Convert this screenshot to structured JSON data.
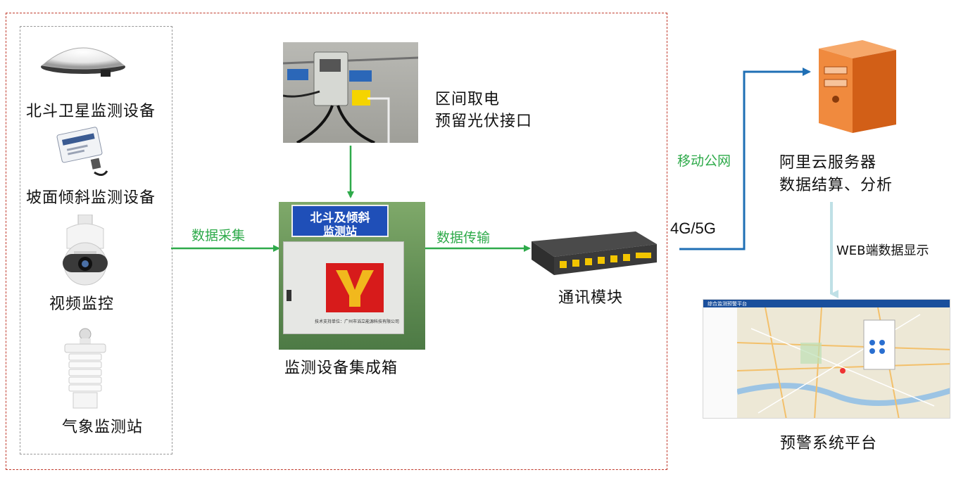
{
  "devices": {
    "beidou": "北斗卫星监测设备",
    "tilt": "坡面倾斜监测设备",
    "video": "视频监控",
    "weather": "气象监测站"
  },
  "power": {
    "line1": "区间取电",
    "line2": "预留光伏接口"
  },
  "station": {
    "sign_line1": "北斗及倾斜",
    "sign_line2": "监测站",
    "footer": "技术支持单位：广州市滔立能源科技有限公司",
    "label": "监测设备集成箱"
  },
  "flows": {
    "collect": "数据采集",
    "transmit": "数据传输",
    "mobile": "移动公网",
    "network": "4G/5G",
    "web": "WEB端数据显示"
  },
  "comm": {
    "label": "通讯模块"
  },
  "server": {
    "line1": "阿里云服务器",
    "line2": "数据结算、分析"
  },
  "platform": {
    "label": "预警系统平台",
    "title": "综合监测预警平台"
  },
  "colors": {
    "green_arrow": "#2eaa4a",
    "blue_arrow": "#1f6fb5",
    "frame_red": "#c0392b",
    "server_orange": "#e8742a"
  }
}
